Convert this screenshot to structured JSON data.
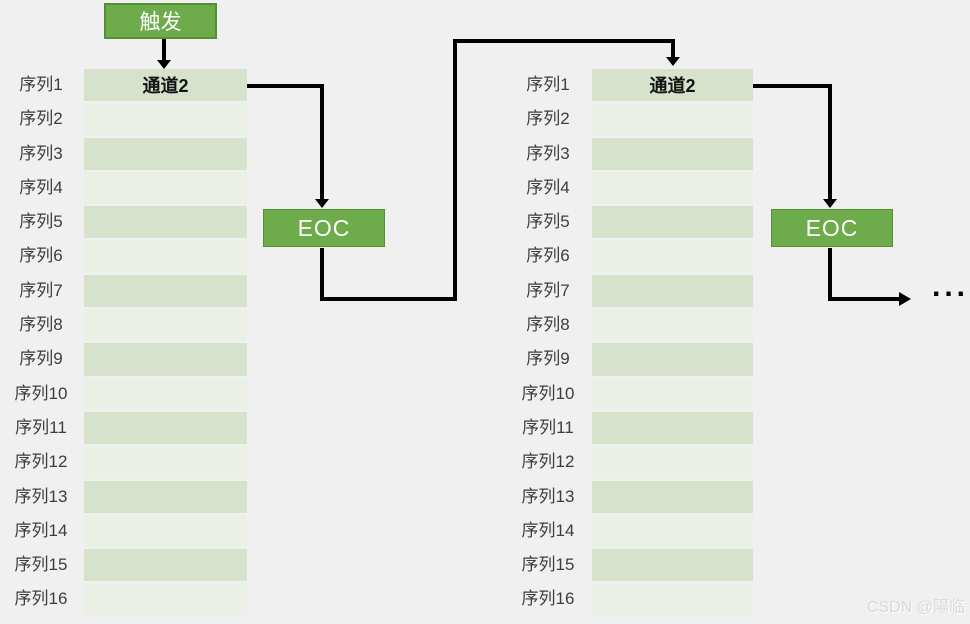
{
  "page": {
    "background": "#f0f0f0",
    "watermark": "CSDN @陽临"
  },
  "colors": {
    "button_green": "#6dab4b",
    "button_border": "#538f35",
    "row_dark": "#d6e2cc",
    "row_light": "#ebf0e6",
    "label_text": "#3d3d3d",
    "arrow": "#000000"
  },
  "trigger_button": {
    "label": "触发"
  },
  "eoc_left": {
    "label": "EOC"
  },
  "eoc_right": {
    "label": "EOC"
  },
  "ellipsis": "...",
  "columns": [
    {
      "header": "通道2",
      "labels": [
        "序列1",
        "序列2",
        "序列3",
        "序列4",
        "序列5",
        "序列6",
        "序列7",
        "序列8",
        "序列9",
        "序列10",
        "序列11",
        "序列12",
        "序列13",
        "序列14",
        "序列15",
        "序列16"
      ]
    },
    {
      "header": "通道2",
      "labels": [
        "序列1",
        "序列2",
        "序列3",
        "序列4",
        "序列5",
        "序列6",
        "序列7",
        "序列8",
        "序列9",
        "序列10",
        "序列11",
        "序列12",
        "序列13",
        "序列14",
        "序列15",
        "序列16"
      ]
    }
  ]
}
